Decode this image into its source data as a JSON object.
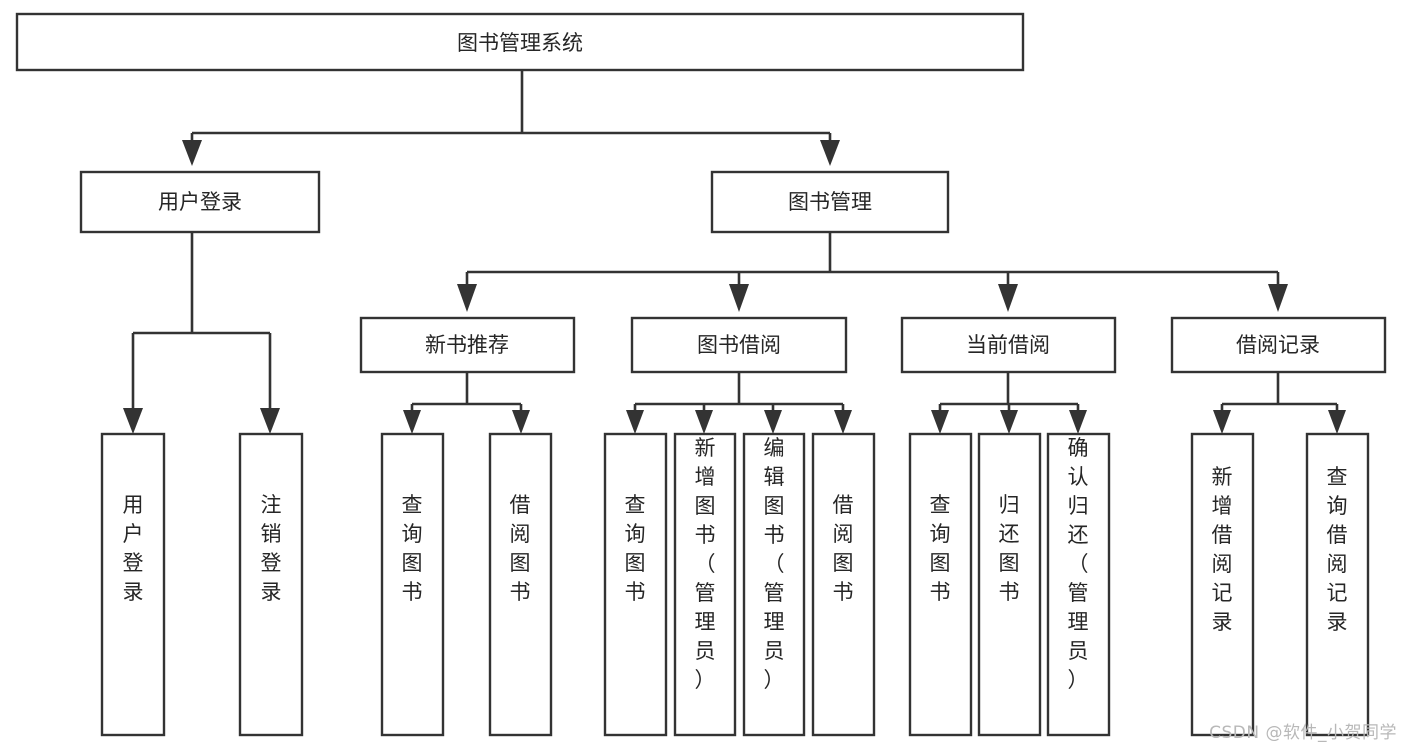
{
  "diagram": {
    "type": "hierarchy-tree",
    "title": "图书管理系统",
    "root": {
      "id": "root",
      "label": "图书管理系统",
      "orientation": "horizontal"
    },
    "level1": [
      {
        "id": "user-login",
        "label": "用户登录",
        "orientation": "horizontal"
      },
      {
        "id": "book-management",
        "label": "图书管理",
        "orientation": "horizontal"
      }
    ],
    "level2": [
      {
        "id": "new-book-recommend",
        "label": "新书推荐",
        "parent": "book-management",
        "orientation": "horizontal"
      },
      {
        "id": "book-borrow",
        "label": "图书借阅",
        "parent": "book-management",
        "orientation": "horizontal"
      },
      {
        "id": "current-borrow",
        "label": "当前借阅",
        "parent": "book-management",
        "orientation": "horizontal"
      },
      {
        "id": "borrow-record",
        "label": "借阅记录",
        "parent": "book-management",
        "orientation": "horizontal"
      }
    ],
    "leaves": [
      {
        "id": "leaf-user-login",
        "label": "用户登录",
        "parent": "user-login",
        "orientation": "vertical"
      },
      {
        "id": "leaf-user-logout",
        "label": "注销登录",
        "parent": "user-login",
        "orientation": "vertical"
      },
      {
        "id": "leaf-query-book-1",
        "label": "查询图书",
        "parent": "new-book-recommend",
        "orientation": "vertical"
      },
      {
        "id": "leaf-borrow-book-1",
        "label": "借阅图书",
        "parent": "new-book-recommend",
        "orientation": "vertical"
      },
      {
        "id": "leaf-query-book-2",
        "label": "查询图书",
        "parent": "book-borrow",
        "orientation": "vertical"
      },
      {
        "id": "leaf-add-book",
        "label": "新增图书（管理员）",
        "parent": "book-borrow",
        "orientation": "vertical"
      },
      {
        "id": "leaf-edit-book",
        "label": "编辑图书（管理员）",
        "parent": "book-borrow",
        "orientation": "vertical"
      },
      {
        "id": "leaf-borrow-book-2",
        "label": "借阅图书",
        "parent": "book-borrow",
        "orientation": "vertical"
      },
      {
        "id": "leaf-query-book-3",
        "label": "查询图书",
        "parent": "current-borrow",
        "orientation": "vertical"
      },
      {
        "id": "leaf-return-book",
        "label": "归还图书",
        "parent": "current-borrow",
        "orientation": "vertical"
      },
      {
        "id": "leaf-confirm-return",
        "label": "确认归还（管理员）",
        "parent": "current-borrow",
        "orientation": "vertical"
      },
      {
        "id": "leaf-add-record",
        "label": "新增借阅记录",
        "parent": "borrow-record",
        "orientation": "vertical"
      },
      {
        "id": "leaf-query-record",
        "label": "查询借阅记录",
        "parent": "borrow-record",
        "orientation": "vertical"
      }
    ],
    "colors": {
      "box_stroke": "#333333",
      "box_fill": "#ffffff",
      "text": "#262626",
      "connector": "#333333",
      "background": "#ffffff",
      "watermark": "#b8b8b8"
    }
  },
  "watermark": {
    "text": "CSDN @软件_小贺同学"
  }
}
